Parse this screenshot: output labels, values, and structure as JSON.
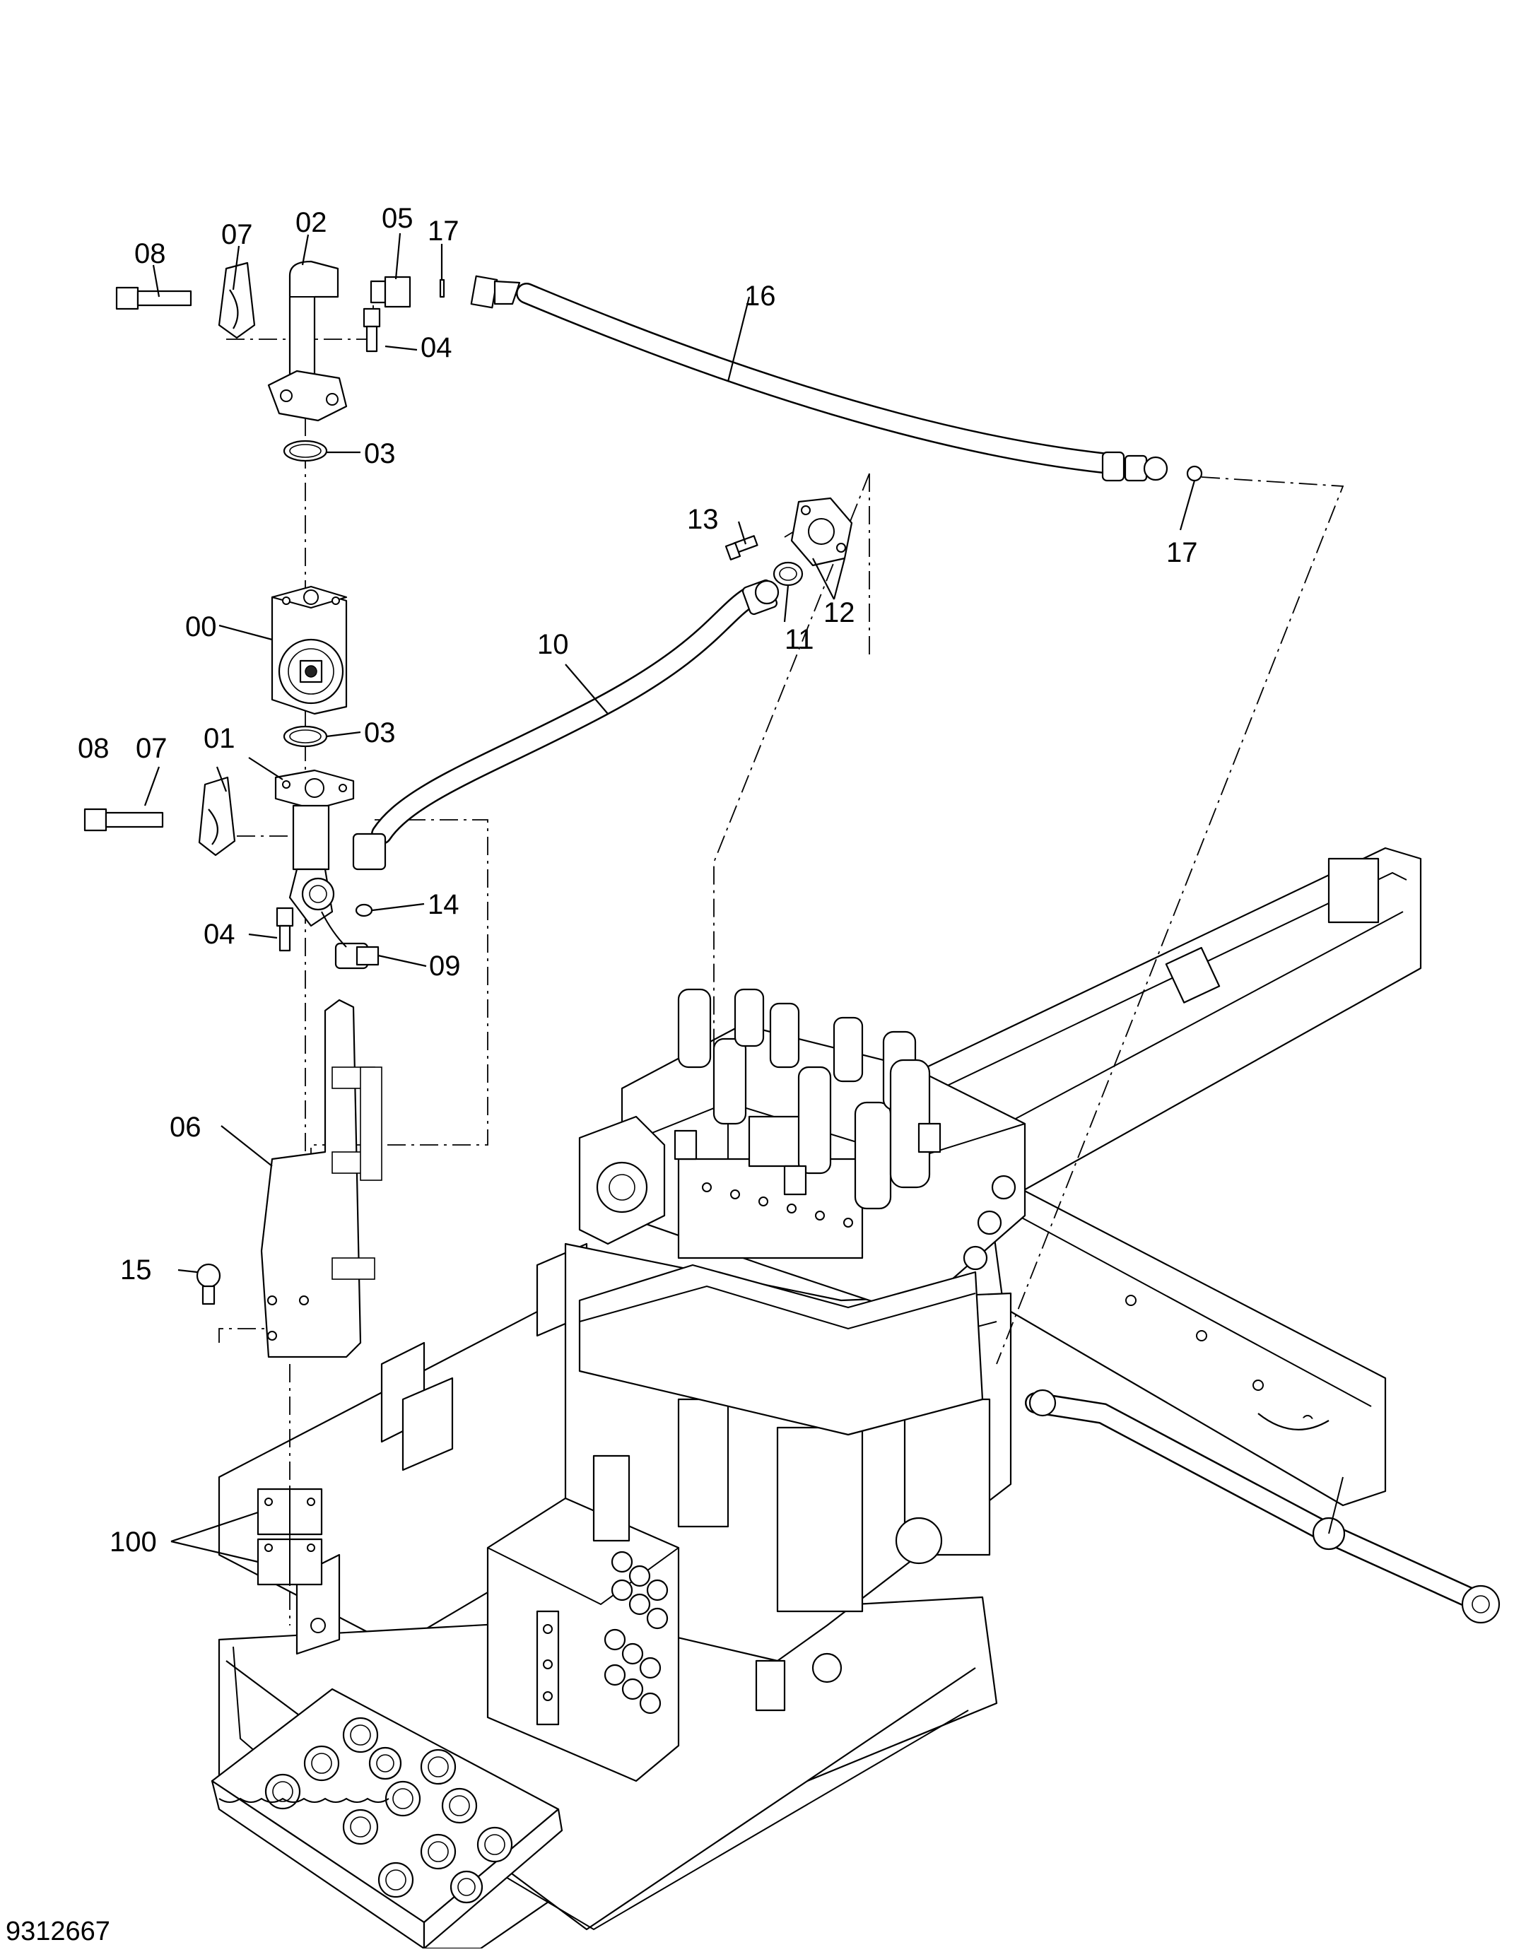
{
  "drawing": {
    "document_number": "9312667",
    "callouts": [
      {
        "id": "lbl-08a",
        "text": "08"
      },
      {
        "id": "lbl-07a",
        "text": "07"
      },
      {
        "id": "lbl-02",
        "text": "02"
      },
      {
        "id": "lbl-05",
        "text": "05"
      },
      {
        "id": "lbl-17a",
        "text": "17"
      },
      {
        "id": "lbl-04a",
        "text": "04"
      },
      {
        "id": "lbl-16",
        "text": "16"
      },
      {
        "id": "lbl-03a",
        "text": "03"
      },
      {
        "id": "lbl-13",
        "text": "13"
      },
      {
        "id": "lbl-17b",
        "text": "17"
      },
      {
        "id": "lbl-12",
        "text": "12"
      },
      {
        "id": "lbl-00",
        "text": "00"
      },
      {
        "id": "lbl-10",
        "text": "10"
      },
      {
        "id": "lbl-11",
        "text": "11"
      },
      {
        "id": "lbl-03b",
        "text": "03"
      },
      {
        "id": "lbl-08b",
        "text": "08"
      },
      {
        "id": "lbl-07b",
        "text": "07"
      },
      {
        "id": "lbl-01",
        "text": "01"
      },
      {
        "id": "lbl-14",
        "text": "14"
      },
      {
        "id": "lbl-04b",
        "text": "04"
      },
      {
        "id": "lbl-09",
        "text": "09"
      },
      {
        "id": "lbl-06",
        "text": "06"
      },
      {
        "id": "lbl-15",
        "text": "15"
      },
      {
        "id": "lbl-100",
        "text": "100"
      }
    ]
  }
}
